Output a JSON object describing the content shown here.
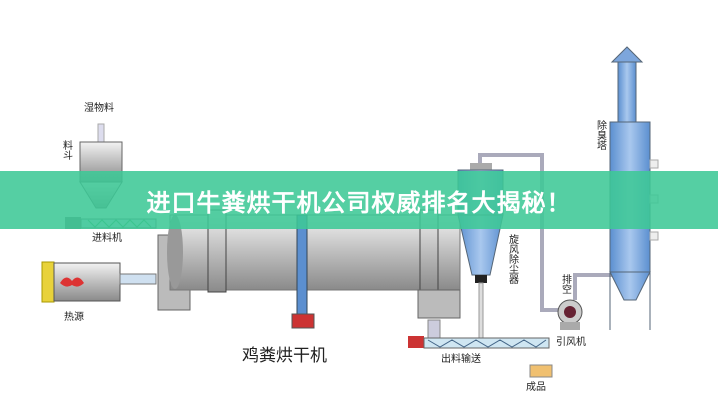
{
  "banner": {
    "title": "进口牛粪烘干机公司权威排名大揭秘！",
    "color": "#3ec896"
  },
  "diagram": {
    "labels": {
      "wet_material": "湿物料",
      "hopper": "料斗",
      "feeder": "进料机",
      "heat_source": "热源",
      "dryer": "鸡粪烘干机",
      "cyclone": "旋风除尘器",
      "deodorizer": "除臭塔",
      "exhaust": "排空",
      "fan": "引风机",
      "discharge": "出料输送",
      "product": "成品"
    }
  }
}
